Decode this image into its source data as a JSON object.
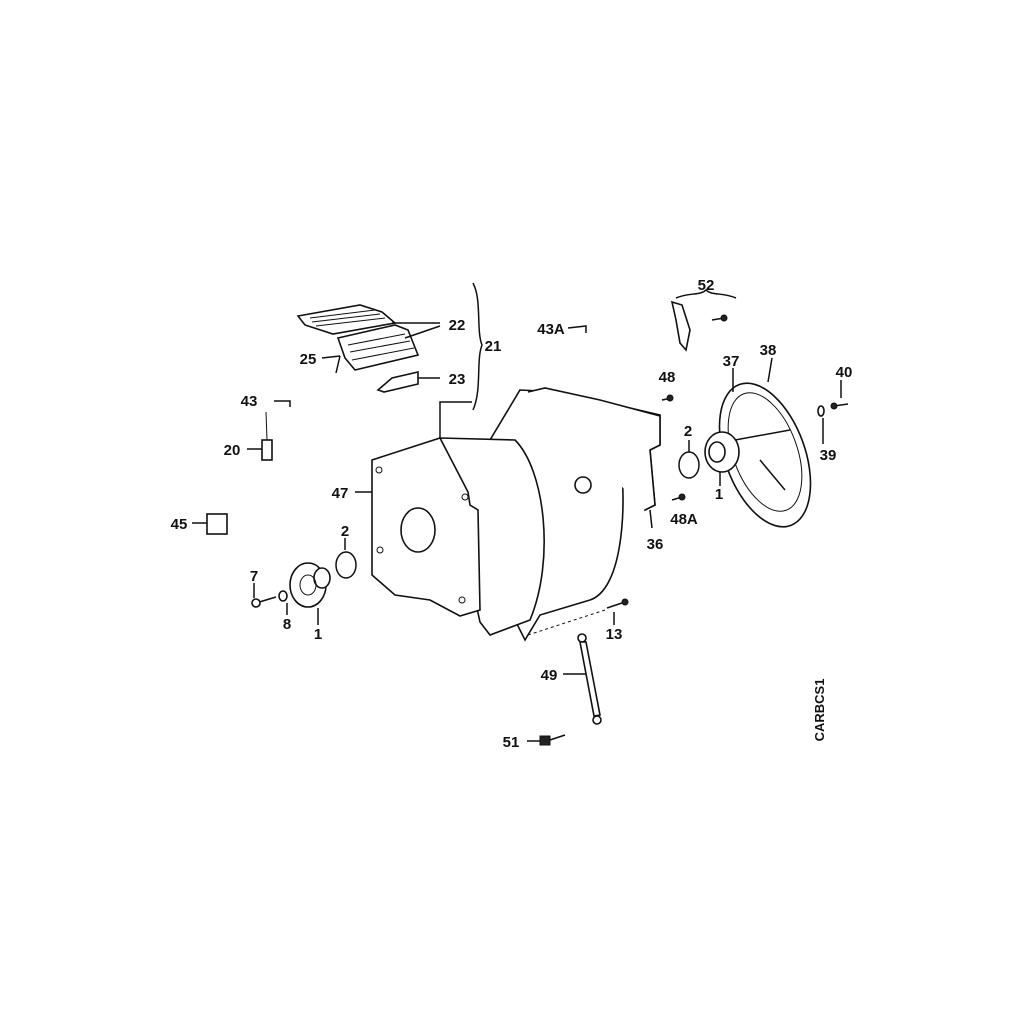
{
  "diagram": {
    "type": "exploded-parts-diagram",
    "code": "CARBCS1",
    "callouts": {
      "c52": "52",
      "c22": "22",
      "c21": "21",
      "c43A": "43A",
      "c25": "25",
      "c23": "23",
      "c37": "37",
      "c38": "38",
      "c40": "40",
      "c48": "48",
      "c43": "43",
      "c2a": "2",
      "c39": "39",
      "c20": "20",
      "c47": "47",
      "c1a": "1",
      "c48A": "48A",
      "c45": "45",
      "c36": "36",
      "c2b": "2",
      "c7": "7",
      "c8": "8",
      "c1b": "1",
      "c13": "13",
      "c49": "49",
      "c51": "51"
    }
  }
}
